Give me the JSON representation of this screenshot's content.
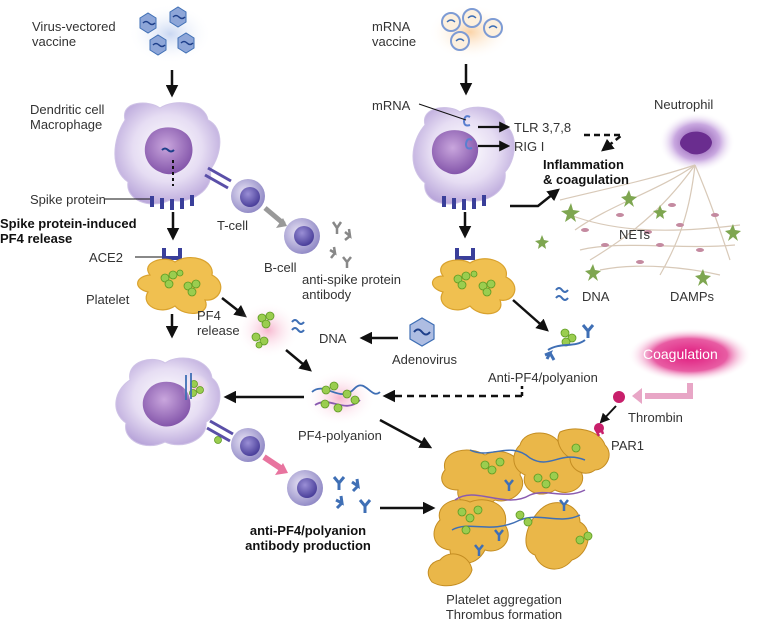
{
  "labels": {
    "virus_vectored_vaccine": [
      "Virus-vectored",
      "vaccine"
    ],
    "mrna_vaccine": [
      "mRNA",
      "vaccine"
    ],
    "dendritic_macrophage": [
      "Dendritic cell",
      "Macrophage"
    ],
    "mrna": "mRNA",
    "tlr": "TLR 3,7,8",
    "rig": "RIG I",
    "neutrophil": "Neutrophil",
    "inflammation": [
      "Inflammation",
      "& coagulation"
    ],
    "spike_protein": "Spike protein",
    "spike_pf4_release": [
      "Spike protein-induced",
      "PF4 release"
    ],
    "t_cell": "T-cell",
    "nets": "NETs",
    "ace2": "ACE2",
    "b_cell": "B-cell",
    "anti_spike_antibody": [
      "anti-spike protein",
      "antibody"
    ],
    "dna_right": "DNA",
    "damps": "DAMPs",
    "platelet": "Platelet",
    "pf4_release": [
      "PF4",
      "release"
    ],
    "dna_mid": "DNA",
    "adenovirus": "Adenovirus",
    "coagulation": "Coagulation",
    "anti_pf4_polyanion": "Anti-PF4/polyanion",
    "thrombin": "Thrombin",
    "pf4_polyanion": "PF4-polyanion",
    "par1": "PAR1",
    "antibody_production": [
      "anti-PF4/polyanion",
      "antibody production"
    ],
    "platelet_aggregation": [
      "Platelet aggregation",
      "Thrombus formation"
    ]
  },
  "colors": {
    "cell_purple": "#b5a1d8",
    "nucleus": "#8a5bb0",
    "platelet_yellow": "#f0c050",
    "pf4_green": "#9acd4f",
    "antibody_blue": "#3f6fb5",
    "coagulation_pink": "#e0197d",
    "arrow_gray": "#999999",
    "arrow_pink": "#e8749f"
  }
}
